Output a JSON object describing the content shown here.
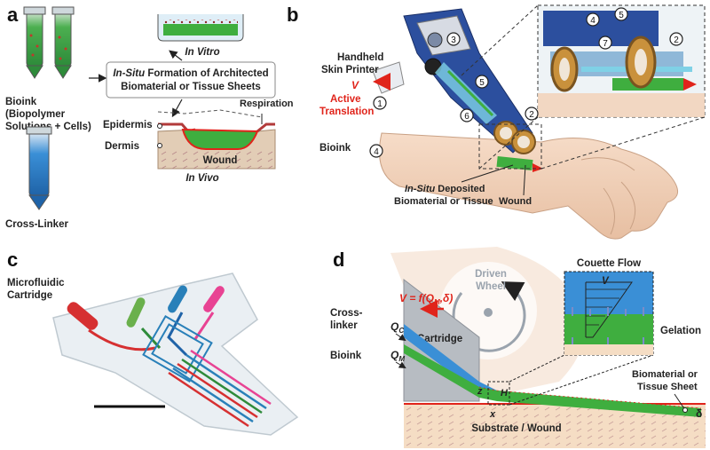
{
  "panel_a": {
    "letter": "a",
    "bioink_line1": "Bioink",
    "bioink_line2": "(Biopolymer",
    "bioink_line3": "Solutions + Cells)",
    "crosslinker": "Cross-Linker",
    "in_vitro": "In Vitro",
    "formation_line1_italic": "In-Situ",
    "formation_line1_rest": " Formation of Architected",
    "formation_line2": "Biomaterial or Tissue Sheets",
    "epidermis": "Epidermis",
    "dermis": "Dermis",
    "wound": "Wound",
    "respiration": "Respiration",
    "in_vivo": "In Vivo"
  },
  "panel_b": {
    "letter": "b",
    "handheld_line1": "Handheld",
    "handheld_line2": "Skin Printer",
    "v": "V",
    "active_line1": "Active",
    "active_line2": "Translation",
    "bioink": "Bioink",
    "deposited_italic": "In-Situ",
    "deposited_rest": " Deposited",
    "deposited_line2": "Biomaterial or Tissue",
    "wound": "Wound",
    "callouts": [
      "1",
      "2",
      "3",
      "4",
      "5",
      "6",
      "7"
    ]
  },
  "panel_c": {
    "letter": "c",
    "title_line1": "Microfluidic",
    "title_line2": "Cartridge"
  },
  "panel_d": {
    "letter": "d",
    "driven_line1": "Driven",
    "driven_line2": "Wheel",
    "couette": "Couette Flow",
    "v": "V",
    "velocity_eq": "V = f(Q",
    "velocity_eq_sub": "M",
    "velocity_eq_end": ",δ)",
    "crosslinker_line1": "Cross-",
    "crosslinker_line2": "linker",
    "qc": "Q",
    "qc_sub": "C",
    "cartridge": "Cartridge",
    "bioink": "Bioink",
    "qm": "Q",
    "qm_sub": "M",
    "gelation": "Gelation",
    "z": "z",
    "x": "x",
    "h": "H",
    "sheet_line1": "Biomaterial or",
    "sheet_line2": "Tissue Sheet",
    "delta": "δ",
    "substrate": "Substrate / Wound"
  },
  "colors": {
    "bioink_green": "#3fae3f",
    "crosslinker_blue": "#3a8fd6",
    "wound_red": "#e0241b",
    "skin": "#f2d4bd",
    "printer_blue": "#2c4f9e"
  }
}
